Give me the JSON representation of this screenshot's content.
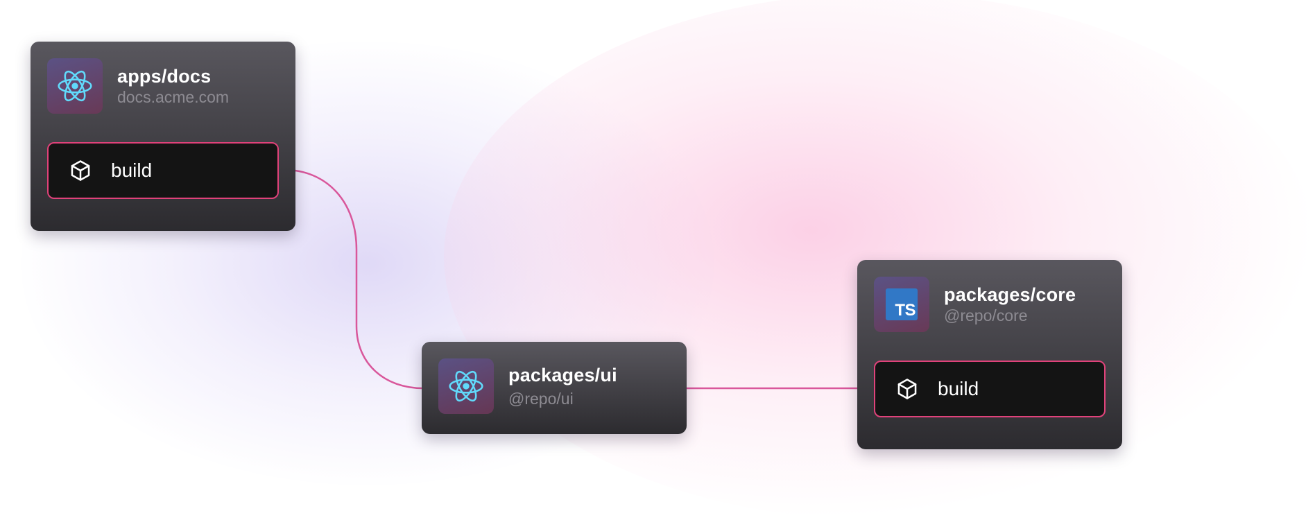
{
  "colors": {
    "edge": "#d9579b",
    "task_border": "#e0427a",
    "react_blue": "#61dafb",
    "ts_blue": "#3178c6"
  },
  "nodes": {
    "apps_docs": {
      "icon": "react-icon",
      "title": "apps/docs",
      "subtitle": "docs.acme.com",
      "task": {
        "icon": "box-icon",
        "label": "build"
      }
    },
    "packages_ui": {
      "icon": "react-icon",
      "title": "packages/ui",
      "subtitle": "@repo/ui"
    },
    "packages_core": {
      "icon": "typescript-icon",
      "icon_text": "TS",
      "title": "packages/core",
      "subtitle": "@repo/core",
      "task": {
        "icon": "box-icon",
        "label": "build"
      }
    }
  },
  "edges": [
    {
      "from": "apps/docs build",
      "to": "packages/ui"
    },
    {
      "from": "packages/ui",
      "to": "packages/core build"
    }
  ]
}
